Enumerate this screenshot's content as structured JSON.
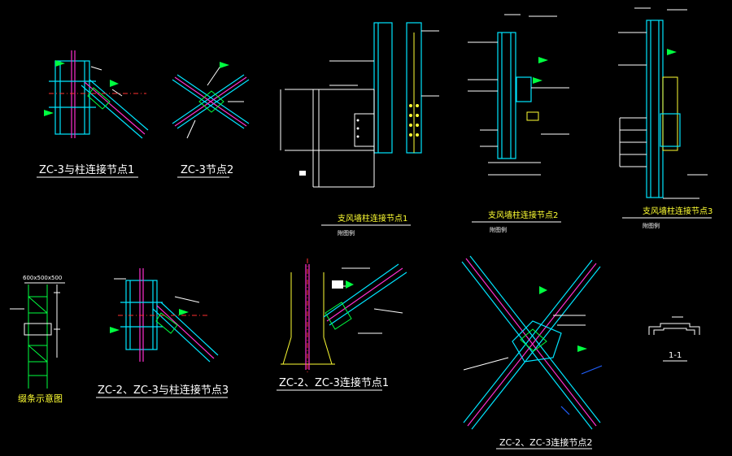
{
  "drawing": {
    "background": "#000000",
    "colors": {
      "member": "#00e5ff",
      "brace": "#ff2fd0",
      "weld": "#00ff40",
      "text": "#ffffff",
      "annotation": "#ffff33",
      "centerline": "#ff3030"
    },
    "details": [
      {
        "id": "d1",
        "title": "ZC-3与柱连接节点1"
      },
      {
        "id": "d2",
        "title": "ZC-3节点2"
      },
      {
        "id": "d3",
        "title": "支风墙柱连接节点1",
        "note": "附图例"
      },
      {
        "id": "d4",
        "title": "支风墙柱连接节点2",
        "note": "附图例"
      },
      {
        "id": "d5",
        "title": "支风墙柱连接节点3",
        "note": "附图例"
      },
      {
        "id": "d6",
        "title": "缀条示意图",
        "dim": "600x500x500"
      },
      {
        "id": "d7",
        "title": "ZC-2、ZC-3与柱连接节点3"
      },
      {
        "id": "d8",
        "title": "ZC-2、ZC-3连接节点1"
      },
      {
        "id": "d9",
        "title": "ZC-2、ZC-3连接节点2"
      },
      {
        "id": "d10",
        "title": "1-1"
      }
    ]
  }
}
